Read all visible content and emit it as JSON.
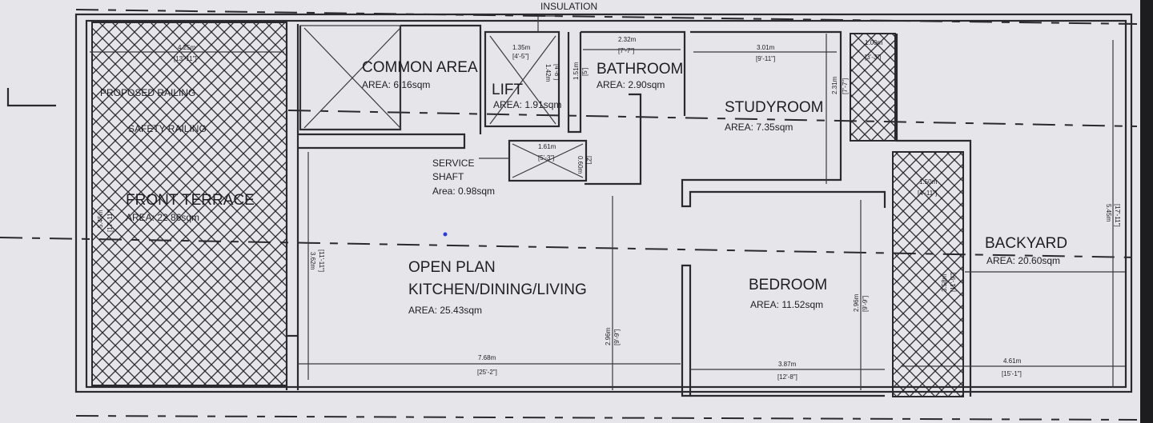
{
  "annotations": {
    "insulation": "INSULATION",
    "proposed_railing": "PROPOSED RAILING",
    "safety_railing": "SAFETY RAILING"
  },
  "rooms": {
    "front_terrace": {
      "name": "FRONT TERRACE",
      "area": "AREA: 22.86sqm"
    },
    "common_area": {
      "name": "COMMON AREA",
      "area": "AREA: 6.16sqm"
    },
    "lift": {
      "name": "LIFT",
      "area": "AREA: 1.91sqm"
    },
    "bathroom": {
      "name": "BATHROOM",
      "area": "AREA: 2.90sqm"
    },
    "service_shaft": {
      "name1": "SERVICE",
      "name2": "SHAFT",
      "area": "Area: 0.98sqm"
    },
    "studyroom": {
      "name": "STUDYROOM",
      "area": "AREA: 7.35sqm"
    },
    "open_plan": {
      "name1": "OPEN PLAN",
      "name2": "KITCHEN/DINING/LIVING",
      "area": "AREA: 25.43sqm"
    },
    "bedroom": {
      "name": "BEDROOM",
      "area": "AREA: 11.52sqm"
    },
    "backyard": {
      "name": "BACKYARD",
      "area": "AREA: 20.60sqm"
    }
  },
  "dimensions": {
    "terrace_w": {
      "m": "4.25m",
      "ft": "[13'-11\"]"
    },
    "terrace_h": {
      "m": "5.45m",
      "ft": "[17'-11\"]"
    },
    "lift_w": {
      "m": "1.35m",
      "ft": "[4'-5\"]"
    },
    "lift_h": {
      "m": "1.42m",
      "ft": "[4'-8\"]"
    },
    "bath_h": {
      "m": "1.51m",
      "ft": "[5']"
    },
    "bath_w": {
      "m": "2.32m",
      "ft": "[7'-7\"]"
    },
    "shaft_w": {
      "m": "1.61m",
      "ft": "[5'-3\"]"
    },
    "shaft_h": {
      "m": "0.60m",
      "ft": "[2']"
    },
    "study_w": {
      "m": "3.01m",
      "ft": "[9'-11\"]"
    },
    "study_h": {
      "m": "2.31m",
      "ft": "[7'-7\"]"
    },
    "planter_top": {
      "m": "1.00m",
      "ft": "[3'-3\"]"
    },
    "planter_mid": {
      "m": "1.50m",
      "ft": "[4'-11\"]"
    },
    "planter_h": {
      "m": "3.58m",
      "ft": "[11'-9\"]"
    },
    "open_h": {
      "m": "3.62m",
      "ft": "[11'-11\"]"
    },
    "open_h2": {
      "m": "2.96m",
      "ft": "[9'-9\"]"
    },
    "bed_h": {
      "m": "2.96m",
      "ft": "[9'-9\"]"
    },
    "yard_h": {
      "m": "5.45m",
      "ft": "[17'-11\"]"
    },
    "open_w": {
      "m": "7.68m",
      "ft": "[25'-2\"]"
    },
    "bed_w": {
      "m": "3.87m",
      "ft": "[12'-8\"]"
    },
    "yard_w": {
      "m": "4.61m",
      "ft": "[15'-1\"]"
    }
  }
}
